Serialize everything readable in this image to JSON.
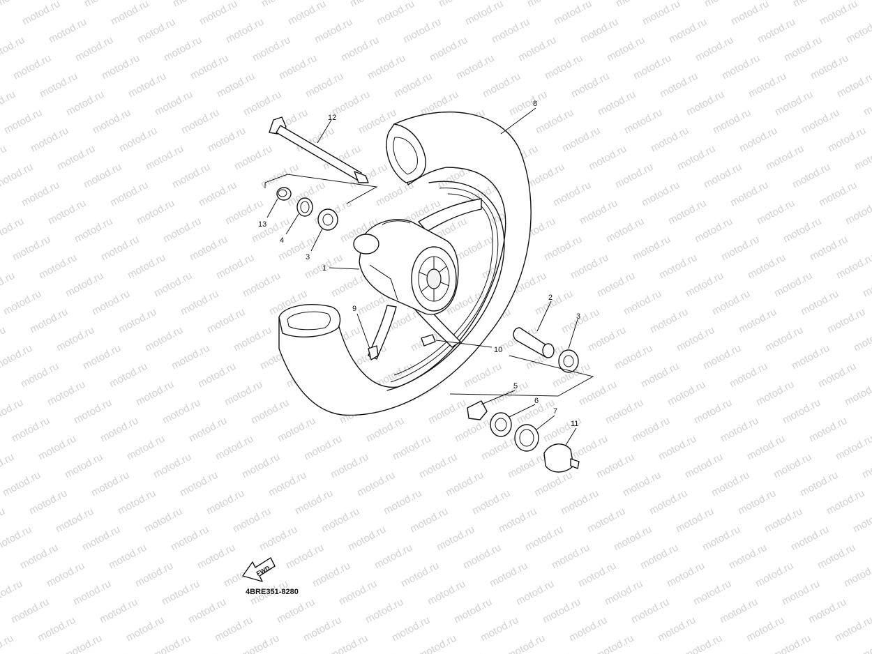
{
  "watermark": "motod.ru",
  "diagram_code": "4BRE351-8280",
  "fwd_label": "FWD",
  "callouts": {
    "c1": "1",
    "c2": "2",
    "c3a": "3",
    "c3b": "3",
    "c4": "4",
    "c5": "5",
    "c6": "6",
    "c7": "7",
    "c8": "8",
    "c9": "9",
    "c10": "10",
    "c11": "11",
    "c12": "12",
    "c13": "13"
  }
}
